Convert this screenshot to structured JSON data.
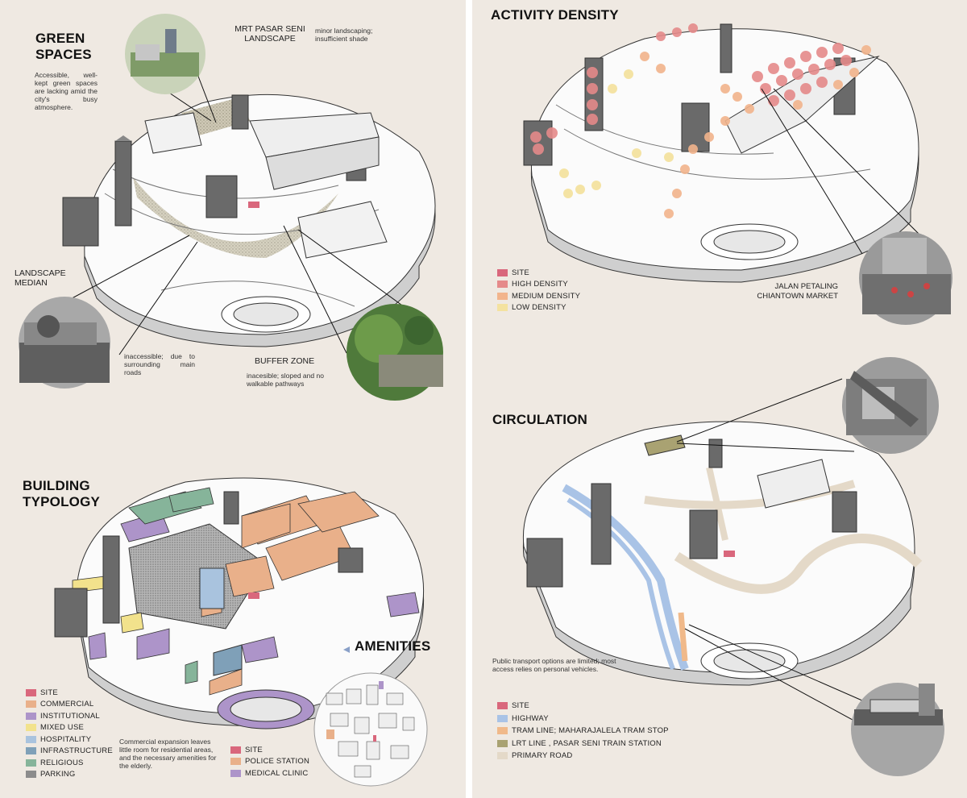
{
  "green_spaces": {
    "title": "GREEN SPACES",
    "intro": "Accessible, well-kept green spaces are lacking amid the city's busy atmosphere.",
    "mrt_title": "MRT PASAR SENI LANDSCAPE",
    "mrt_note": "minor landscaping; insufficient shade",
    "median_title": "LANDSCAPE MEDIAN",
    "median_note": "inaccessible; due to surrounding main roads",
    "buffer_title": "BUFFER ZONE",
    "buffer_note": "inacesible; sloped and no walkable pathways"
  },
  "activity_density": {
    "title": "ACTIVITY DENSITY",
    "legend": [
      {
        "label": "SITE",
        "color": "#d9677c"
      },
      {
        "label": "HIGH DENSITY",
        "color": "#e58a8a"
      },
      {
        "label": "MEDIUM DENSITY",
        "color": "#f2b48c"
      },
      {
        "label": "LOW DENSITY",
        "color": "#f4e2a0"
      }
    ],
    "market_label": "JALAN PETALING CHIANTOWN MARKET"
  },
  "building_typology": {
    "title": "BUILDING TYPOLOGY",
    "legend": [
      {
        "label": "SITE",
        "color": "#d9677c"
      },
      {
        "label": "COMMERCIAL",
        "color": "#e9b08a"
      },
      {
        "label": "INSTITUTIONAL",
        "color": "#ad94c9"
      },
      {
        "label": "MIXED USE",
        "color": "#f2e28c"
      },
      {
        "label": "HOSPITALITY",
        "color": "#a9c3de"
      },
      {
        "label": "INFRASTRUCTURE",
        "color": "#7fa0b8"
      },
      {
        "label": "RELIGIOUS",
        "color": "#86b49a"
      },
      {
        "label": "PARKING",
        "color": "#8c8c8c"
      }
    ],
    "note": "Commercial expansion leaves little room for residential areas, and the necessary amenities for the elderly."
  },
  "amenities": {
    "title": "AMENITIES",
    "legend": [
      {
        "label": "SITE",
        "color": "#d9677c"
      },
      {
        "label": "POLICE STATION",
        "color": "#e9b08a"
      },
      {
        "label": "MEDICAL CLINIC",
        "color": "#ad94c9"
      }
    ]
  },
  "circulation": {
    "title": "CIRCULATION",
    "note": "Public transport options are limited; most access relies on personal vehicles.",
    "legend": [
      {
        "label": "SITE",
        "color": "#d9677c"
      },
      {
        "label": "HIGHWAY",
        "color": "#a9c3e6"
      },
      {
        "label": "TRAM LINE; MAHARAJALELA TRAM STOP",
        "color": "#f0b98a"
      },
      {
        "label": "LRT LINE , PASAR SENI TRAIN STATION",
        "color": "#a9a272"
      },
      {
        "label": "PRIMARY ROAD",
        "color": "#e4d9c8"
      }
    ]
  }
}
